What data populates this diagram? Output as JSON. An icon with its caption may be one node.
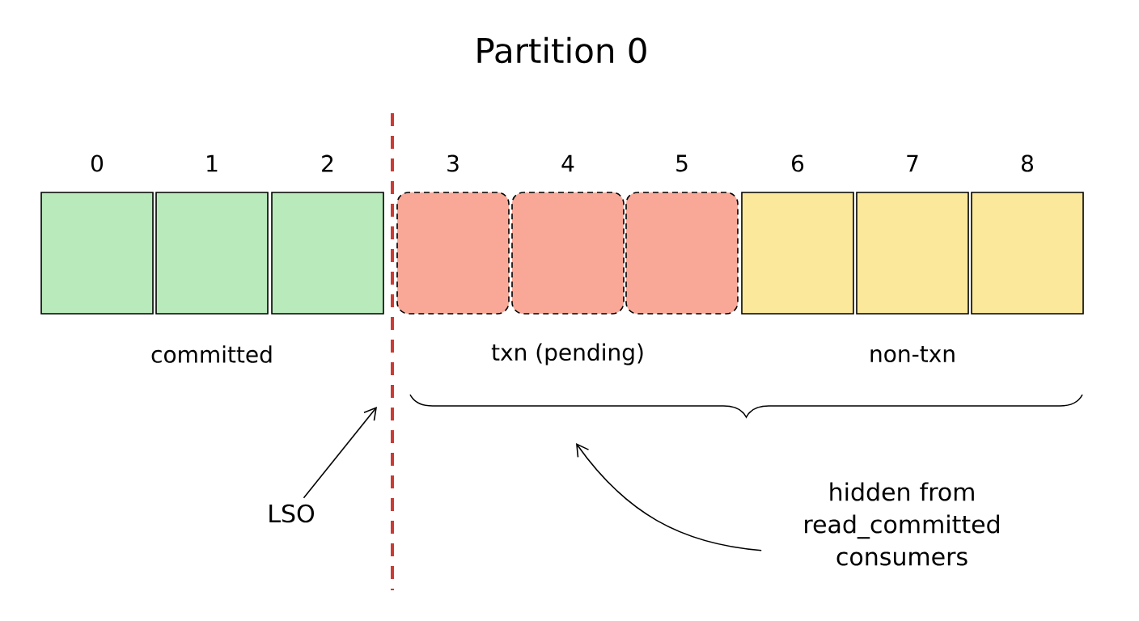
{
  "diagram": {
    "title": "Partition 0",
    "nodes": [
      {
        "text": [
          "0"
        ]
      },
      {
        "text": [
          "1"
        ]
      },
      {
        "text": [
          "2"
        ]
      },
      {
        "text": [
          "3"
        ]
      },
      {
        "text": [
          "4"
        ]
      },
      {
        "text": [
          "5"
        ]
      },
      {
        "text": [
          "6"
        ]
      },
      {
        "text": [
          "7"
        ]
      },
      {
        "text": [
          "8"
        ]
      },
      {
        "text": [
          "LSO"
        ]
      },
      {
        "text": [
          "hidden from read_committed consumers"
        ]
      }
    ],
    "edges": [
      {
        "from": 9,
        "to": null,
        "arrow": "to"
      },
      {
        "from": 10,
        "to": null,
        "arrow": "to"
      }
    ],
    "labels": [
      "committed",
      "txn (pending)",
      "non-txn"
    ]
  }
}
